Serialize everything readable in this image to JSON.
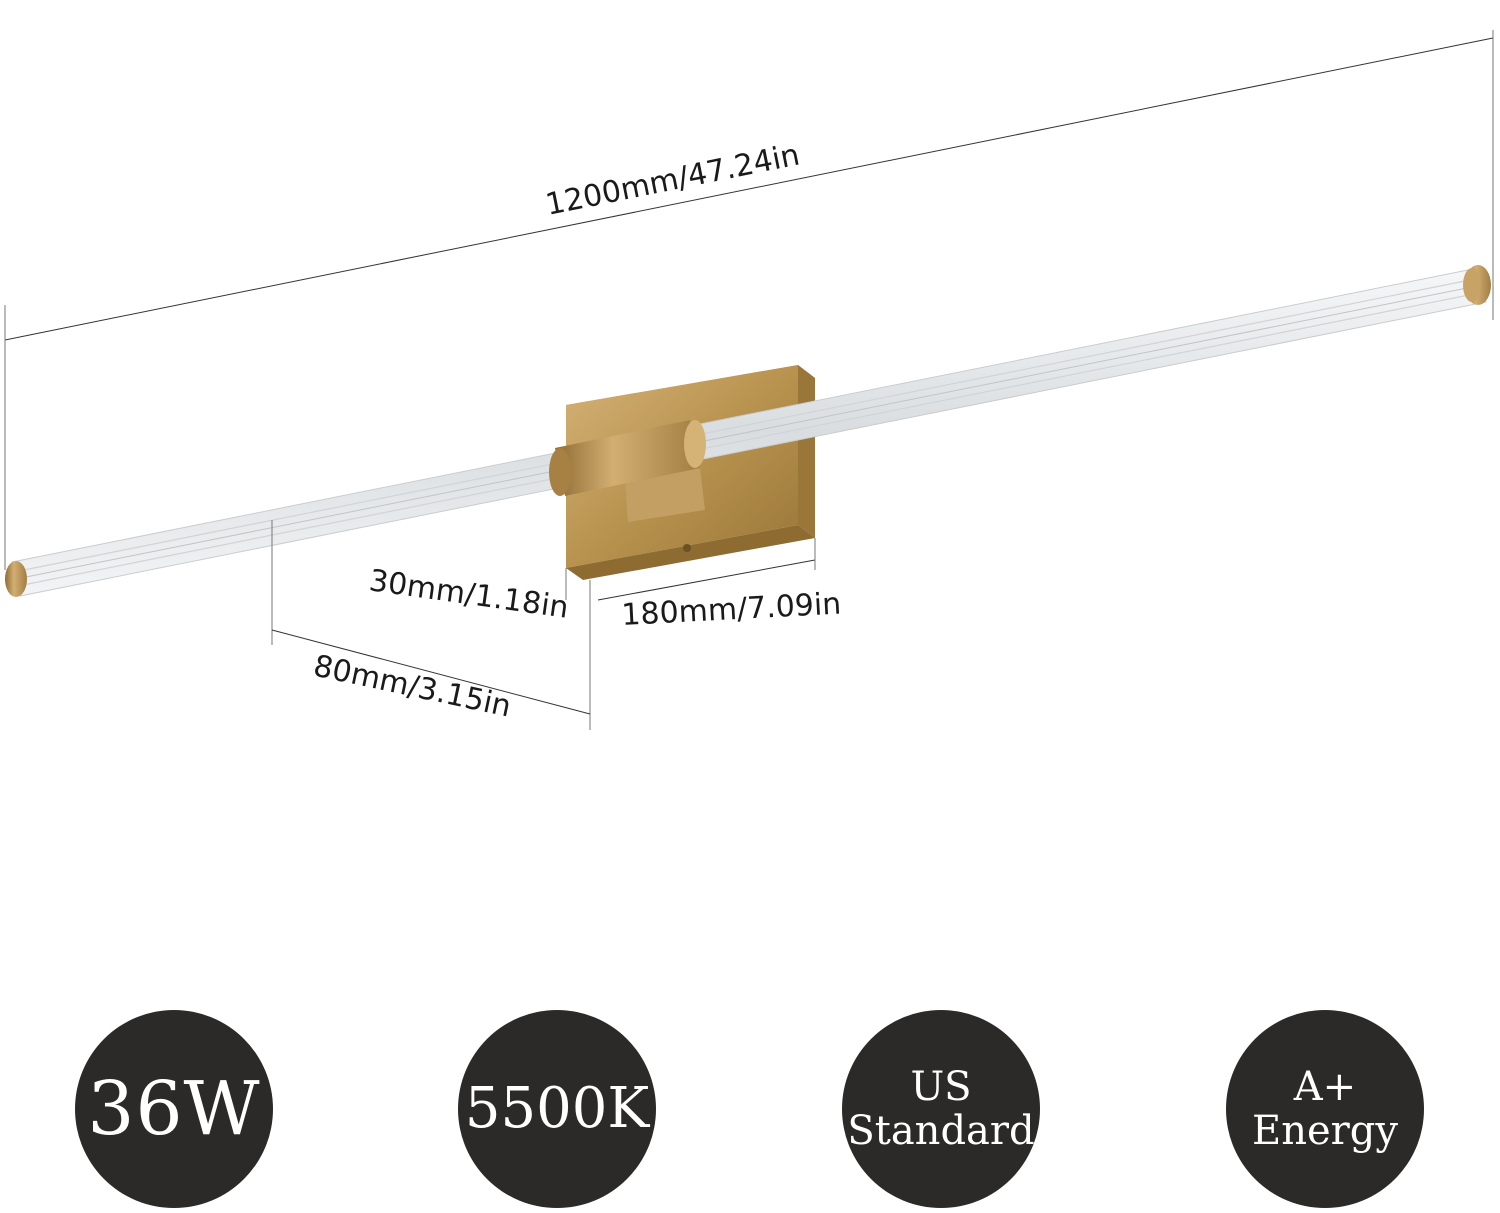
{
  "dimensions": {
    "overall_length": "1200mm/47.24in",
    "backplate_width": "180mm/7.09in",
    "depth": "30mm/1.18in",
    "projection": "80mm/3.15in"
  },
  "badges": [
    {
      "lines": [
        "36W"
      ]
    },
    {
      "lines": [
        "5500K"
      ]
    },
    {
      "lines": [
        "US",
        "Standard"
      ]
    },
    {
      "lines": [
        "A+",
        "Energy"
      ]
    }
  ],
  "colors": {
    "brass": "#b8934f",
    "badge_fill": "#2b2a28",
    "tube": "#e9ecef"
  }
}
